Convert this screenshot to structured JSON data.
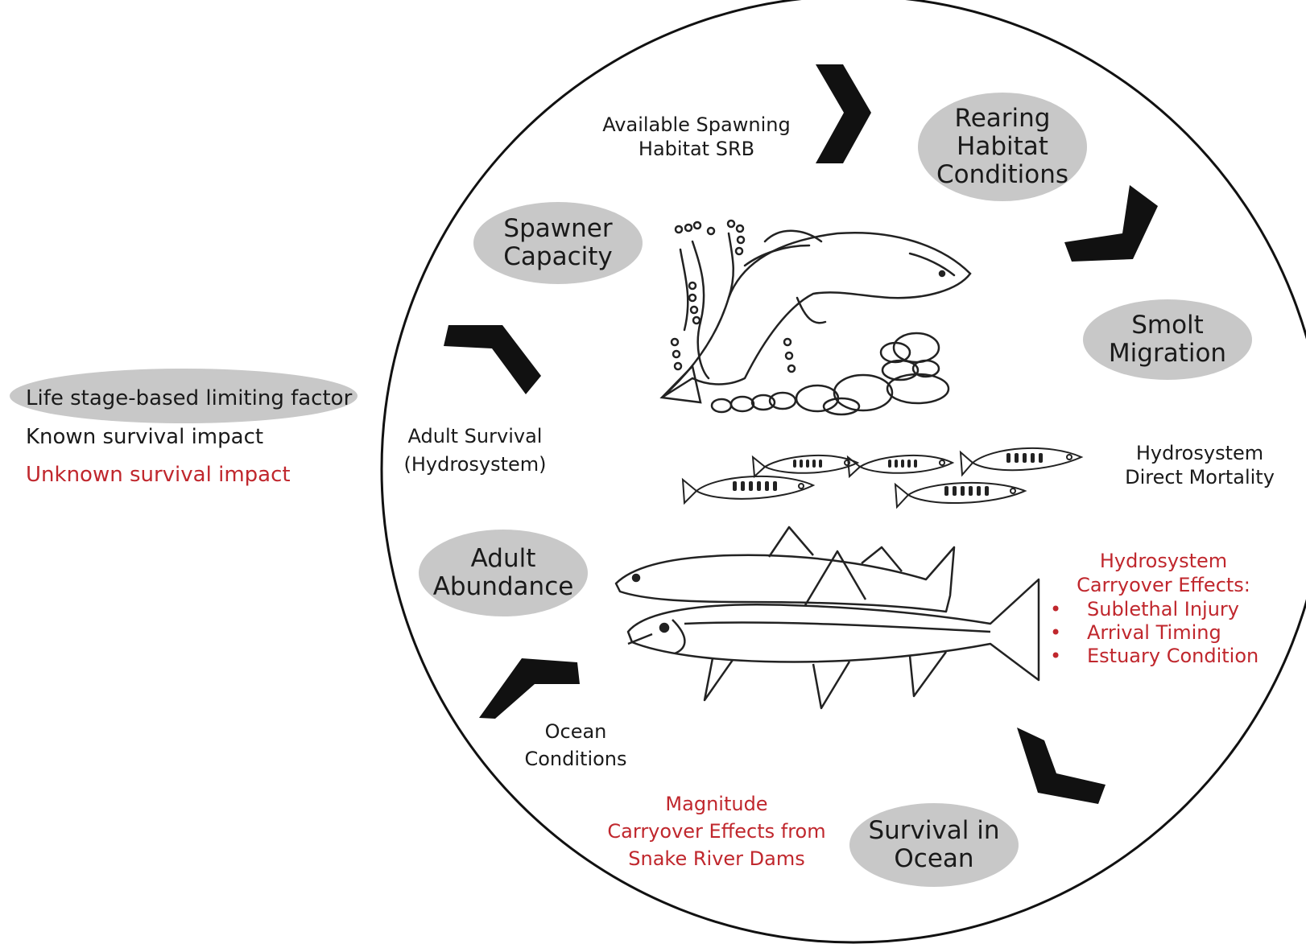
{
  "legend": {
    "limiting_factor": "Life stage-based limiting factor",
    "known": "Known survival impact",
    "unknown": "Unknown survival impact"
  },
  "stages": {
    "rearing": [
      "Rearing",
      "Habitat",
      "Conditions"
    ],
    "smolt": [
      "Smolt",
      "Migration"
    ],
    "ocean_survival": [
      "Survival in",
      "Ocean"
    ],
    "adult_abundance": [
      "Adult",
      "Abundance"
    ],
    "spawner": [
      "Spawner",
      "Capacity"
    ]
  },
  "factors": {
    "spawning_habitat": [
      "Available Spawning",
      "Habitat SRB"
    ],
    "hydro_mortality": [
      "Hydrosystem",
      "Direct Mortality"
    ],
    "hydro_carryover": {
      "title": [
        "Hydrosystem",
        "Carryover Effects:"
      ],
      "bullet_char": "•",
      "items": [
        "Sublethal Injury",
        "Arrival Timing",
        "Estuary Condition"
      ]
    },
    "magnitude_carryover": [
      "Magnitude",
      "Carryover Effects from",
      "Snake River Dams"
    ],
    "ocean_conditions": [
      "Ocean",
      "Conditions"
    ],
    "adult_survival": [
      "Adult Survival",
      "(Hydrosystem)"
    ]
  },
  "colors": {
    "known": "#1a1a1a",
    "unknown": "#c0272d",
    "stage_fill": "#c8c8c8",
    "arrow": "#111111"
  },
  "icons": [
    "chevron-arrow-icon",
    "spawning-salmon-icon",
    "juvenile-fish-icon",
    "adult-salmon-icon"
  ]
}
